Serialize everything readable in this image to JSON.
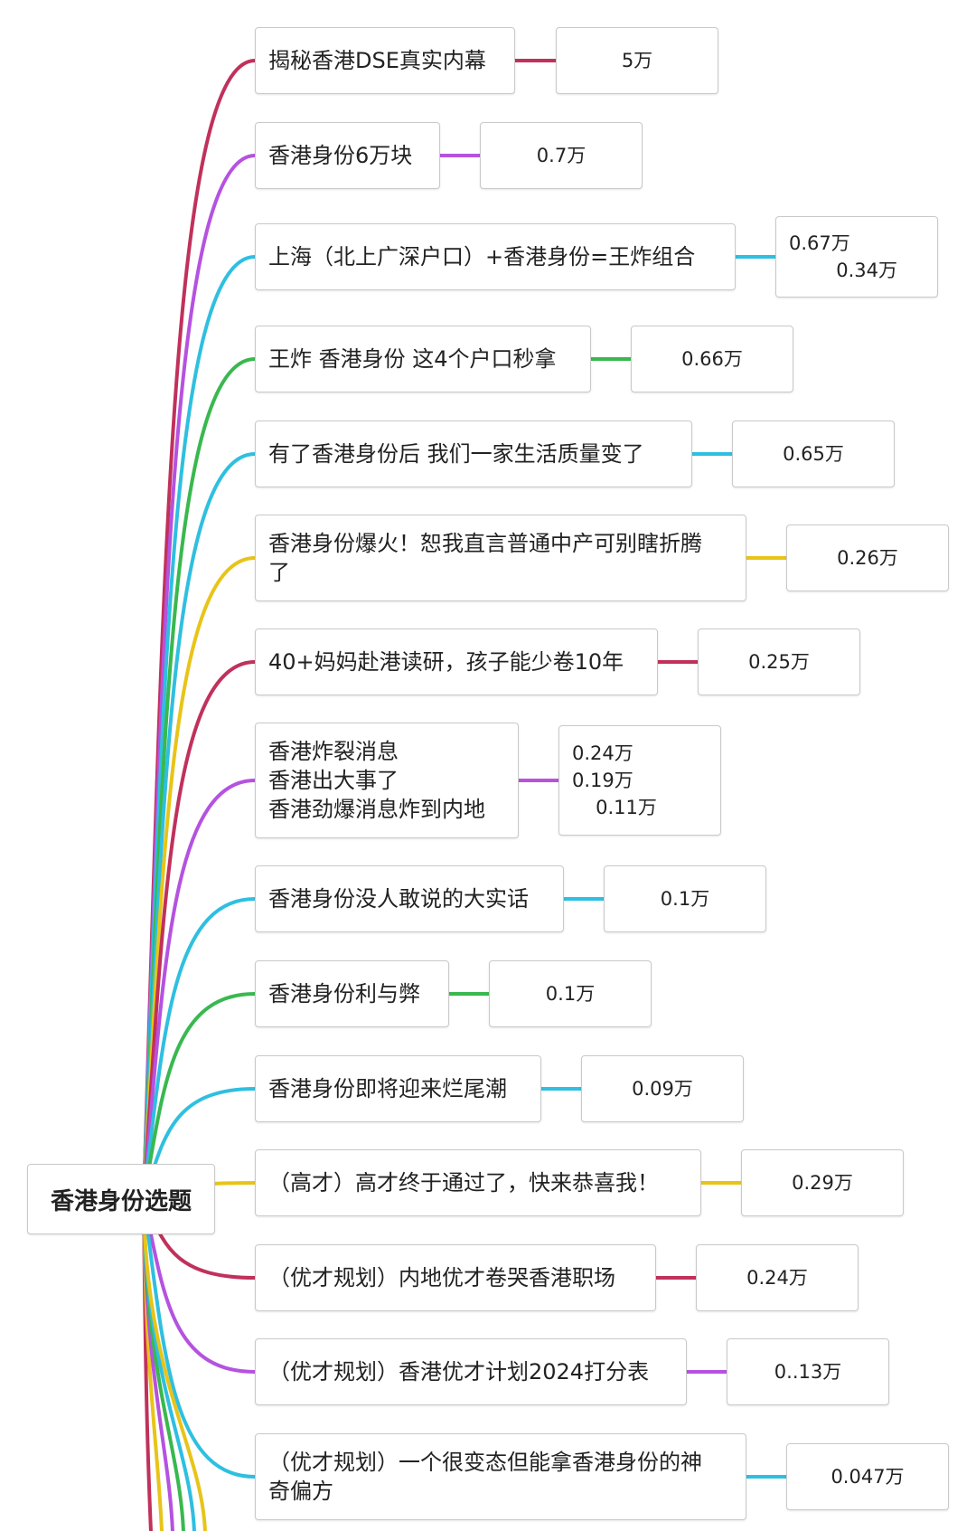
{
  "root": {
    "label": "香港身份选题"
  },
  "colors": {
    "crimson": "#c0315b",
    "purple": "#b552e0",
    "cyan": "#2fbfe0",
    "green": "#39b84f",
    "yellow": "#e8c418",
    "box_border": "#c9c9c9"
  },
  "branches": [
    {
      "topic": "揭秘香港DSE真实内幕",
      "values": [
        "5万"
      ],
      "color": "crimson"
    },
    {
      "topic": "香港身份6万块",
      "values": [
        "0.7万"
      ],
      "color": "purple"
    },
    {
      "topic": "上海（北上广深户口）+香港身份=王炸组合",
      "values": [
        "0.67万",
        "0.34万"
      ],
      "color": "cyan"
    },
    {
      "topic": "王炸 香港身份 这4个户口秒拿",
      "values": [
        "0.66万"
      ],
      "color": "green"
    },
    {
      "topic": "有了香港身份后  我们一家生活质量变了",
      "values": [
        "0.65万"
      ],
      "color": "cyan"
    },
    {
      "topic": "香港身份爆火！恕我直言普通中产可别瞎折腾\n了",
      "values": [
        "0.26万"
      ],
      "color": "yellow"
    },
    {
      "topic": "40+妈妈赴港读研，孩子能少卷10年",
      "values": [
        "0.25万"
      ],
      "color": "crimson"
    },
    {
      "topic": "香港炸裂消息\n香港出大事了\n香港劲爆消息炸到内地",
      "values": [
        "0.24万",
        "0.19万",
        "0.11万"
      ],
      "color": "purple"
    },
    {
      "topic": "香港身份没人敢说的大实话",
      "values": [
        "0.1万"
      ],
      "color": "cyan"
    },
    {
      "topic": "香港身份利与弊",
      "values": [
        "0.1万"
      ],
      "color": "green"
    },
    {
      "topic": "香港身份即将迎来烂尾潮",
      "values": [
        "0.09万"
      ],
      "color": "cyan"
    },
    {
      "topic": "（高才）高才终于通过了，快来恭喜我！",
      "values": [
        "0.29万"
      ],
      "color": "yellow"
    },
    {
      "topic": "（优才规划）内地优才卷哭香港职场",
      "values": [
        "0.24万"
      ],
      "color": "crimson"
    },
    {
      "topic": "（优才规划）香港优才计划2024打分表",
      "values": [
        "0..13万"
      ],
      "color": "purple"
    },
    {
      "topic": "（优才规划）一个很变态但能拿香港身份的神\n奇偏方",
      "values": [
        "0.047万"
      ],
      "color": "cyan"
    }
  ]
}
